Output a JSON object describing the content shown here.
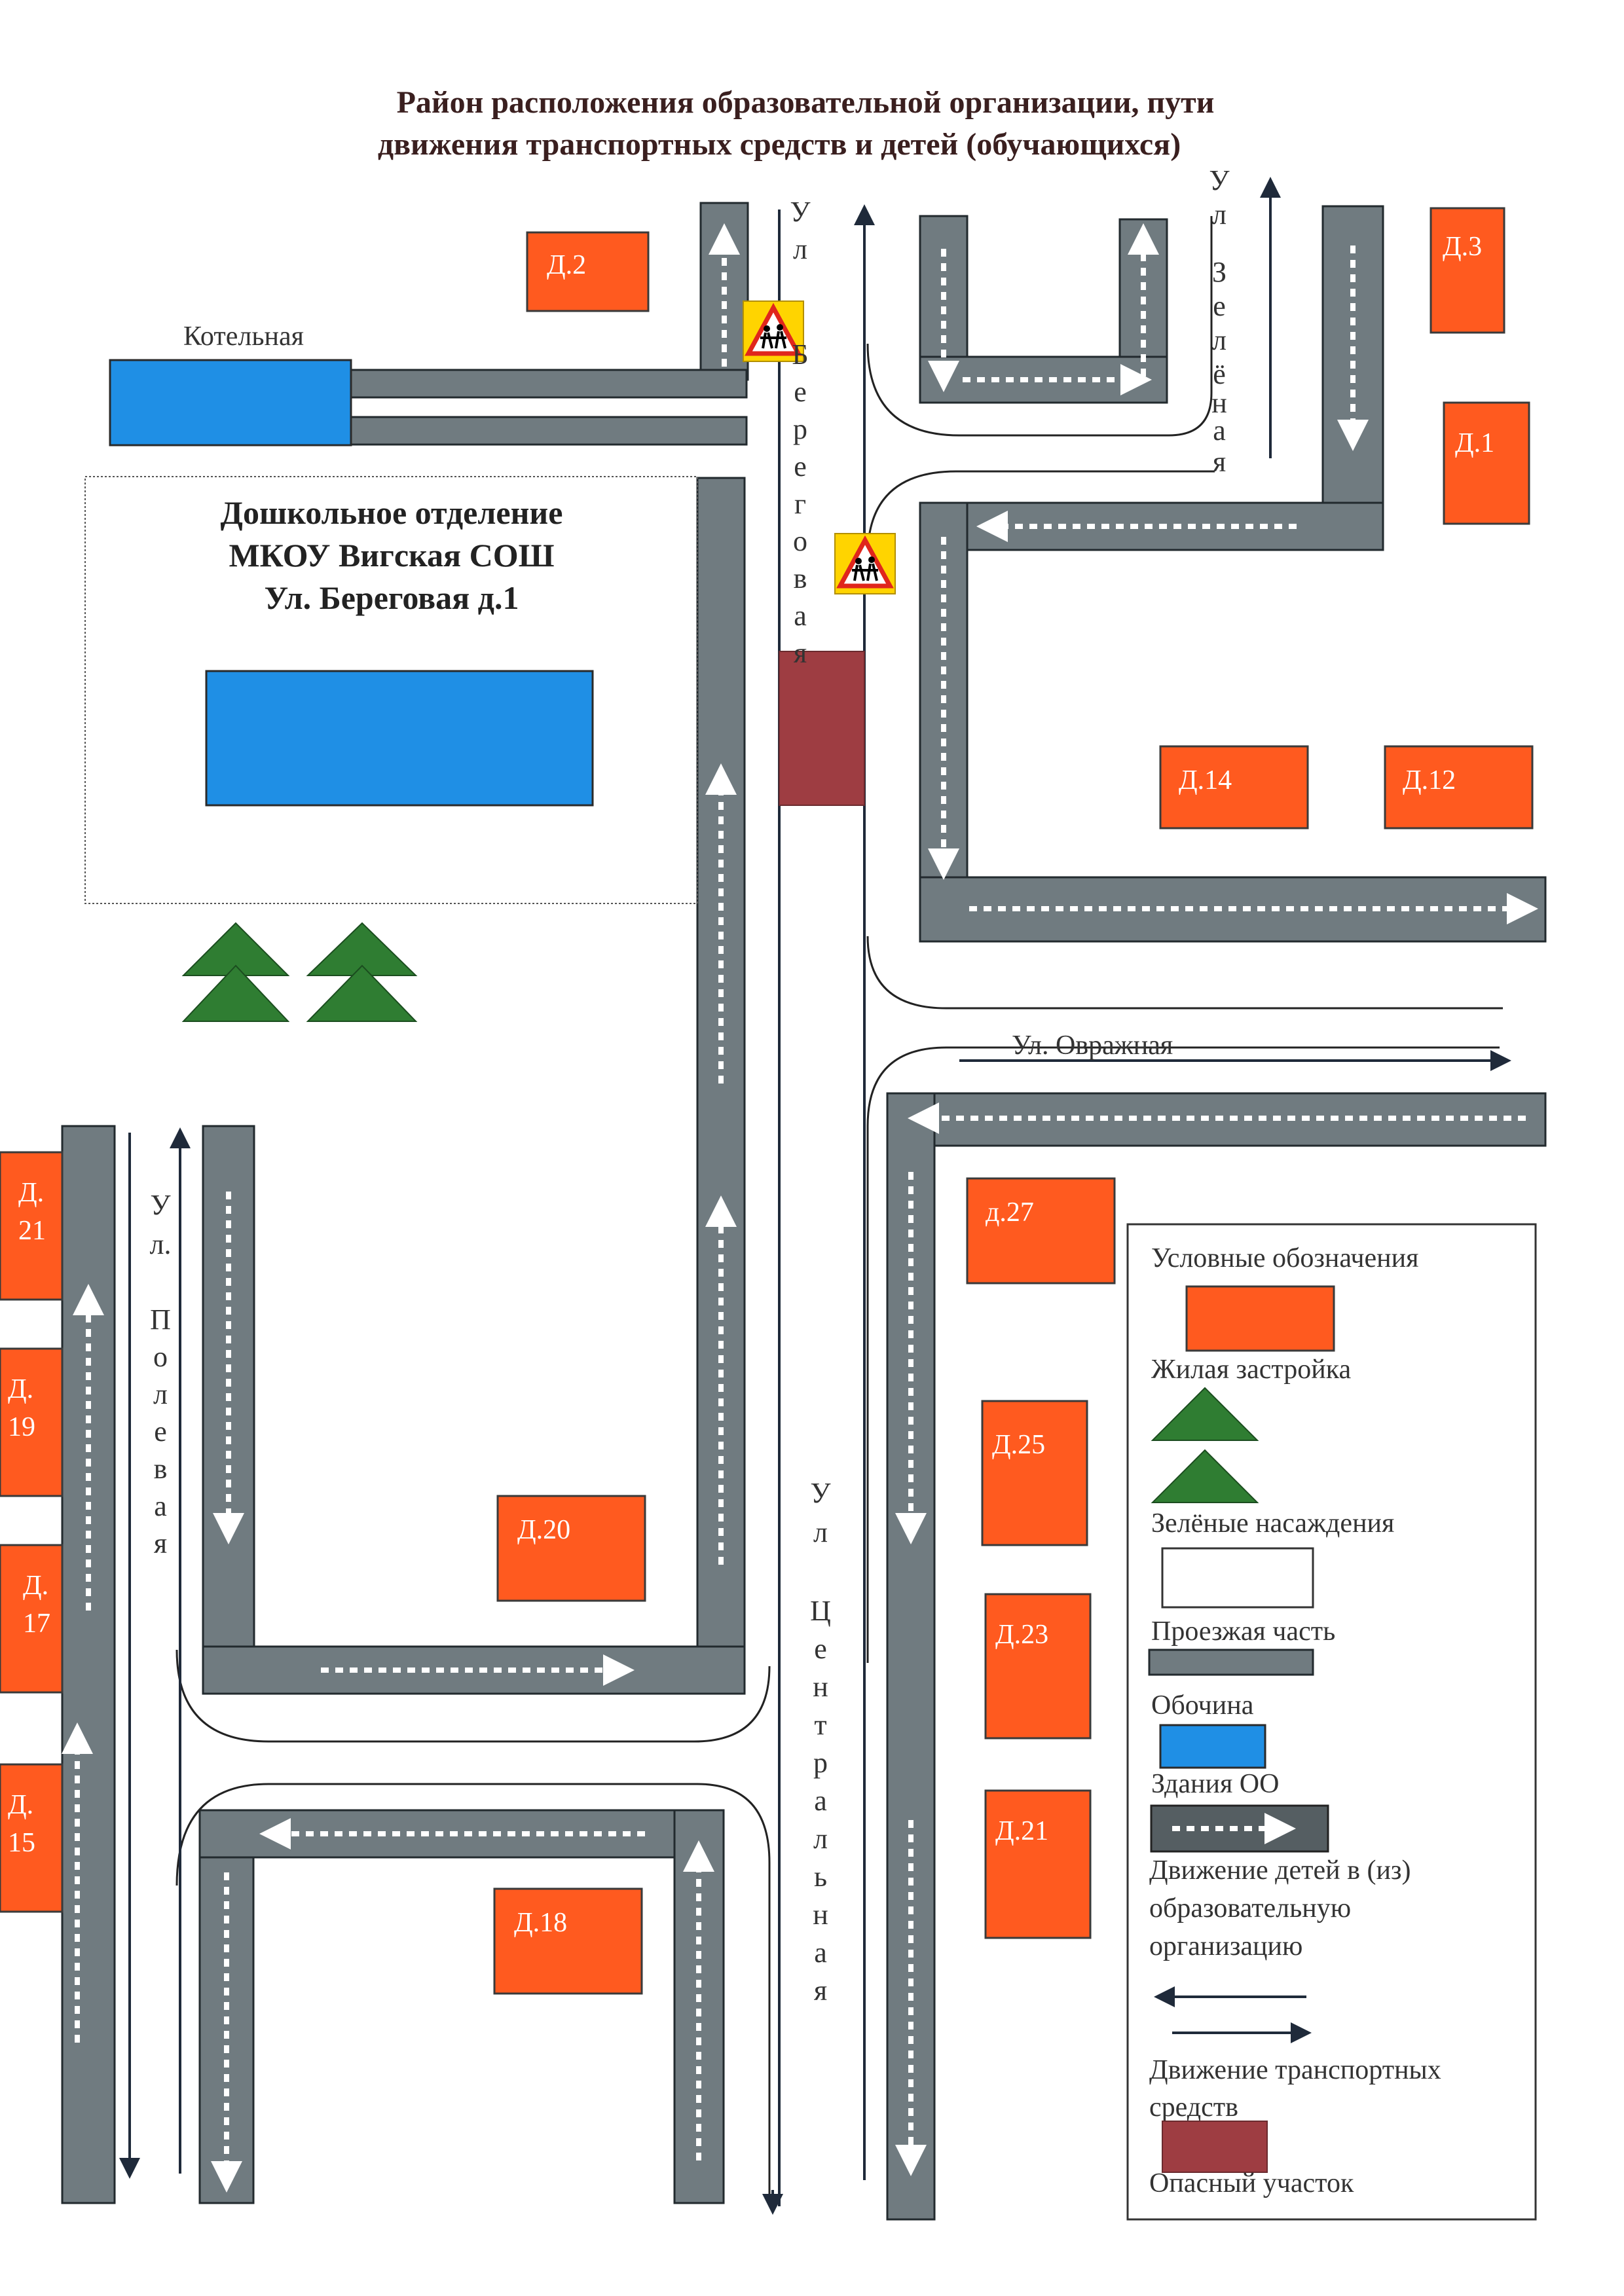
{
  "title": {
    "line1": "Район расположения образовательной организации, пути",
    "line2": "движения транспортных средств и детей (обучающихся)"
  },
  "school": {
    "line1": "Дошкольное отделение",
    "line2": "МКОУ Вигская СОШ",
    "line3": "Ул. Береговая д.1"
  },
  "boiler_label": "Котельная",
  "streets": {
    "beregovaya": [
      "У",
      "л",
      "",
      "Б",
      "е",
      "р",
      "е",
      "г",
      "о",
      "в",
      "а",
      "я"
    ],
    "zelenaya": [
      "У",
      "л",
      "",
      "З",
      "е",
      "л",
      "ё",
      "н",
      "а",
      "я"
    ],
    "polevaya": [
      "У",
      "л.",
      "",
      "П",
      "о",
      "л",
      "е",
      "в",
      "а",
      "я"
    ],
    "centralnaya": [
      "У",
      "л",
      "",
      "Ц",
      "е",
      "н",
      "т",
      "р",
      "а",
      "л",
      "ь",
      "н",
      "а",
      "я"
    ],
    "ovrazhnaya": "Ул. Овражная"
  },
  "houses": {
    "d2": "Д.2",
    "d3": "Д.3",
    "d1": "Д.1",
    "d14": "Д.14",
    "d12": "Д.12",
    "d27": "д.27",
    "d25": "Д.25",
    "d23": "Д.23",
    "d21r": "Д.21",
    "d20": "Д.20",
    "d18": "Д.18",
    "d21l_a": "Д.",
    "d21l_b": "21",
    "d19_a": "Д.",
    "d19_b": "19",
    "d17_a": "Д.",
    "d17_b": "17",
    "d15_a": "Д.",
    "d15_b": "15"
  },
  "legend": {
    "title": "Условные обозначения",
    "residential": "Жилая застройка",
    "green": "Зелёные насаждения",
    "roadway": "Проезжая часть",
    "shoulder": "Обочина",
    "school_buildings": "Здания ОО",
    "children_l1": "Движение детей в (из)",
    "children_l2": "образовательную",
    "children_l3": "организацию",
    "transport_l1": "Движение транспортных",
    "transport_l2": "средств",
    "danger": "Опасный участок"
  },
  "colors": {
    "house": "#ff5a1f",
    "school_building": "#1f8fe5",
    "road": "#707b80",
    "danger": "#9e3d42",
    "green": "#2f7d32"
  },
  "icons": [
    "children-crossing-sign-icon",
    "walk-arrow-icon",
    "traffic-arrow-icon",
    "tree-icon"
  ]
}
